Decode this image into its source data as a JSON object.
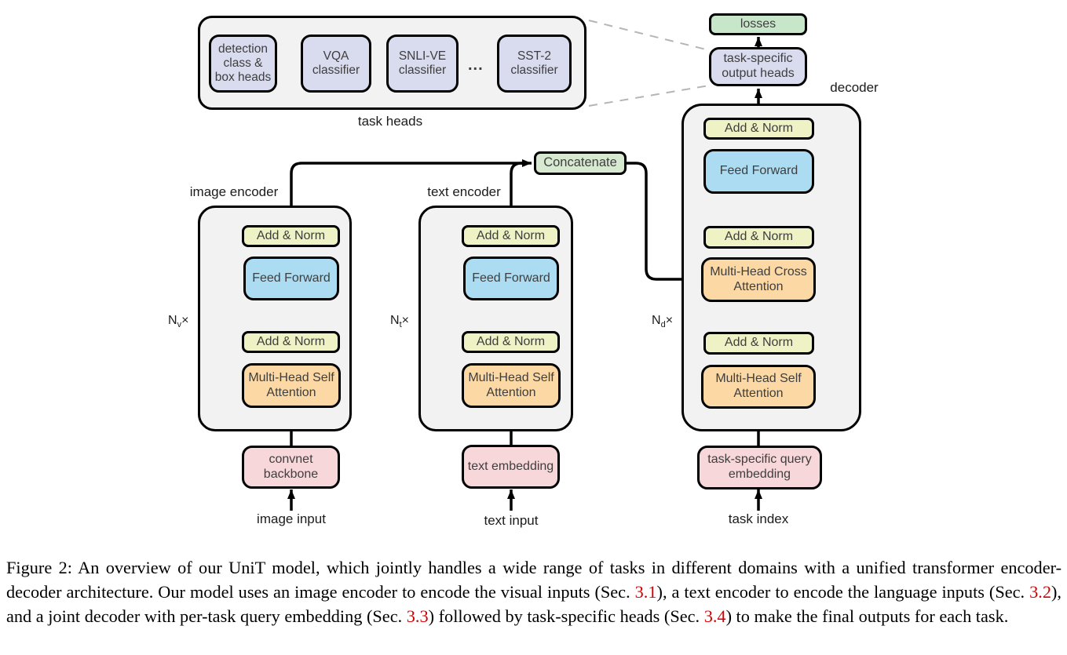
{
  "colors": {
    "container_fill": "#f2f2f2",
    "lavender": "#d9dbee",
    "losses_green": "#c8e6c9",
    "concat_green": "#d8e9d2",
    "add_norm_yellow": "#eff2c4",
    "feed_forward_blue": "#abdcf2",
    "attention_orange": "#fbd8a4",
    "embedding_pink": "#f8d7da",
    "line_black": "#000000",
    "dashed_gray": "#b5b5b5",
    "ref_red": "#d30000"
  },
  "task_heads": {
    "label": "task heads",
    "ellipsis": "...",
    "items": [
      "detection class & box heads",
      "VQA classifier",
      "SNLI-VE classifier",
      "SST-2 classifier"
    ]
  },
  "top": {
    "losses": "losses",
    "output_heads": "task-specific output heads",
    "decoder_label": "decoder",
    "concatenate": "Concatenate"
  },
  "blocks": {
    "add_norm": "Add & Norm",
    "feed_forward": "Feed Forward",
    "self_attention": "Multi-Head Self Attention",
    "cross_attention": "Multi-Head Cross Attention"
  },
  "encoders": {
    "image": {
      "title": "image encoder",
      "n": "N",
      "n_sub": "v",
      "times": "×"
    },
    "text": {
      "title": "text encoder",
      "n": "N",
      "n_sub": "t",
      "times": "×"
    },
    "decoder": {
      "n": "N",
      "n_sub": "d",
      "times": "×"
    }
  },
  "inputs": {
    "convnet": "convnet backbone",
    "image_input": "image input",
    "text_embedding": "text embedding",
    "text_input": "text input",
    "query_embedding": "task-specific query embedding",
    "task_index": "task index"
  },
  "caption": {
    "p1": "Figure 2: An overview of our UniT model, which jointly handles a wide range of tasks in different domains with a unified transformer encoder-decoder architecture. Our model uses an image encoder to encode the visual inputs (Sec. ",
    "ref1": "3.1",
    "p2": "), a text encoder to encode the language inputs (Sec. ",
    "ref2": "3.2",
    "p3": "), and a joint decoder with per-task query embedding (Sec. ",
    "ref3": "3.3",
    "p4": ") followed by task-specific heads (Sec. ",
    "ref4": "3.4",
    "p5": ") to make the final outputs for each task."
  }
}
